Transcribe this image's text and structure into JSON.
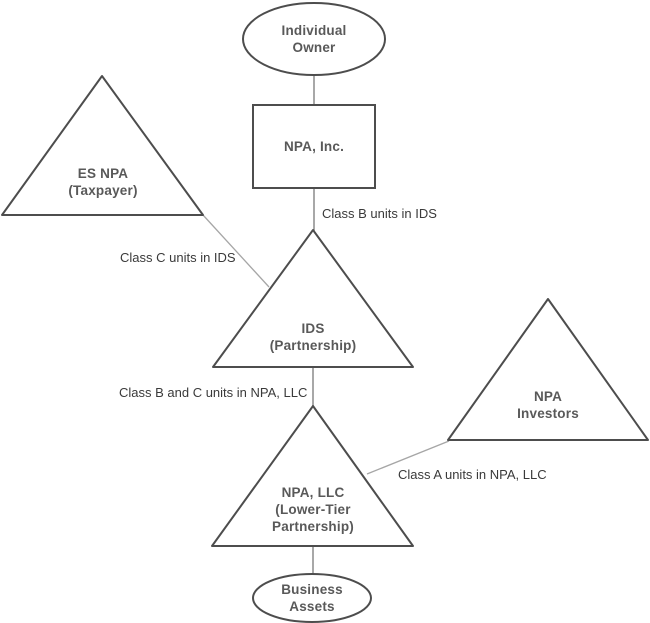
{
  "nodes": {
    "individual_owner": {
      "shape": "ellipse",
      "line1": "Individual",
      "line2": "Owner"
    },
    "npa_inc": {
      "shape": "rectangle",
      "line1": "NPA, Inc."
    },
    "es_npa": {
      "shape": "triangle",
      "line1": "ES NPA",
      "line2": "(Taxpayer)"
    },
    "ids": {
      "shape": "triangle",
      "line1": "IDS",
      "line2": "(Partnership)"
    },
    "npa_investors": {
      "shape": "triangle",
      "line1": "NPA",
      "line2": "Investors"
    },
    "npa_llc": {
      "shape": "triangle",
      "line1": "NPA, LLC",
      "line2": "(Lower-Tier",
      "line3": "Partnership)"
    },
    "business_assets": {
      "shape": "ellipse",
      "line1": "Business",
      "line2": "Assets"
    }
  },
  "edges": {
    "owner_to_npa_inc": {
      "from": "individual_owner",
      "to": "npa_inc",
      "label": ""
    },
    "npa_inc_to_ids": {
      "from": "npa_inc",
      "to": "ids",
      "label": "Class B units in IDS"
    },
    "es_npa_to_ids": {
      "from": "es_npa",
      "to": "ids",
      "label": "Class C units in IDS"
    },
    "ids_to_npa_llc": {
      "from": "ids",
      "to": "npa_llc",
      "label": "Class B and C units in NPA, LLC"
    },
    "npa_investors_to_npa_llc": {
      "from": "npa_investors",
      "to": "npa_llc",
      "label": "Class A units in NPA, LLC"
    },
    "npa_llc_to_business_assets": {
      "from": "npa_llc",
      "to": "business_assets",
      "label": ""
    }
  },
  "colors": {
    "background": "#ffffff",
    "shape_outline": "#4d4d4d",
    "shape_fill": "#ffffff",
    "node_text": "#595959",
    "edge_label_text": "#3a3a3a",
    "connector_line": "#9a9a9a"
  }
}
